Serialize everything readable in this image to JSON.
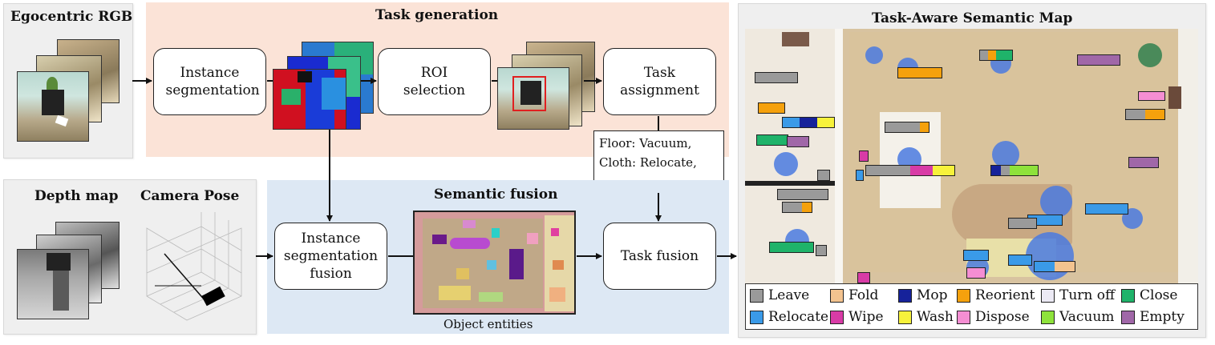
{
  "panels": {
    "egocentric_title": "Egocentric RGB",
    "task_generation_title": "Task generation",
    "depth_title": "Depth map",
    "pose_title": "Camera Pose",
    "semantic_fusion_title": "Semantic fusion",
    "map_title": "Task-Aware Semantic Map"
  },
  "nodes": {
    "instance_segmentation": "Instance segmentation",
    "roi_selection": "ROI selection",
    "task_assignment": "Task assignment",
    "instance_segmentation_fusion": "Instance segmentation fusion",
    "task_fusion": "Task fusion"
  },
  "task_note": "Floor: Vacuum,\nCloth: Relocate,\n....",
  "object_entities_label": "Object entities",
  "legend": [
    {
      "name": "Leave",
      "color": "#9a9a9a"
    },
    {
      "name": "Fold",
      "color": "#f3c38f"
    },
    {
      "name": "Mop",
      "color": "#16229a"
    },
    {
      "name": "Reorient",
      "color": "#f5a10d"
    },
    {
      "name": "Turn off",
      "color": "#eceaf5"
    },
    {
      "name": "Close",
      "color": "#1fb36a"
    },
    {
      "name": "Relocate",
      "color": "#3a9ae8"
    },
    {
      "name": "Wipe",
      "color": "#d83ba6"
    },
    {
      "name": "Wash",
      "color": "#f7f23b"
    },
    {
      "name": "Dispose",
      "color": "#f58ed3"
    },
    {
      "name": "Vacuum",
      "color": "#8ee23b"
    },
    {
      "name": "Empty",
      "color": "#a067a8"
    }
  ]
}
